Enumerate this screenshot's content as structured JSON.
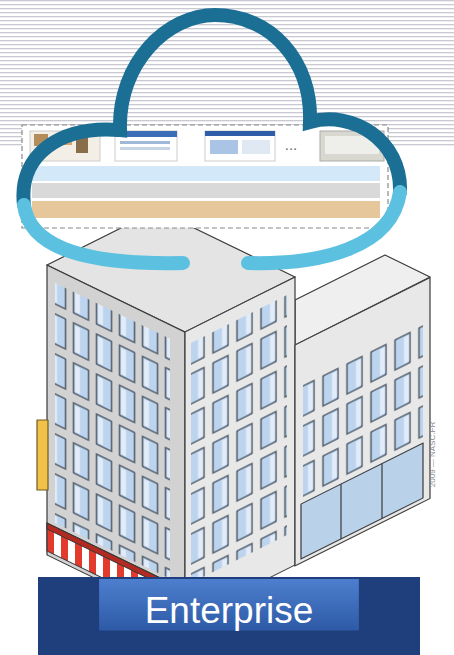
{
  "diagram": {
    "nodes": [
      {
        "text": [
          "Enterprise"
        ]
      }
    ],
    "labels": [
      "...",
      "2009 — NASC.FR"
    ]
  }
}
